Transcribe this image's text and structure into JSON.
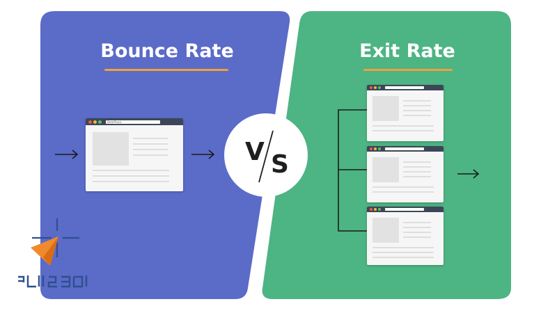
{
  "left_panel": {
    "title": "Bounce Rate",
    "color": "#5b6bc8"
  },
  "right_panel": {
    "title": "Exit Rate",
    "color": "#4db483"
  },
  "versus": {
    "v": "V",
    "s": "S"
  },
  "accent_color": "#f0a23a",
  "browser_window": {
    "url_text": "DemPrace",
    "traffic_light_colors": [
      "#e95a4d",
      "#f3b63b",
      "#5ac15a"
    ]
  },
  "flow": {
    "exit_window_count": 3
  },
  "icons": [
    "arrow-right-icon",
    "branch-connector-icon",
    "crosshair-logo-icon"
  ]
}
